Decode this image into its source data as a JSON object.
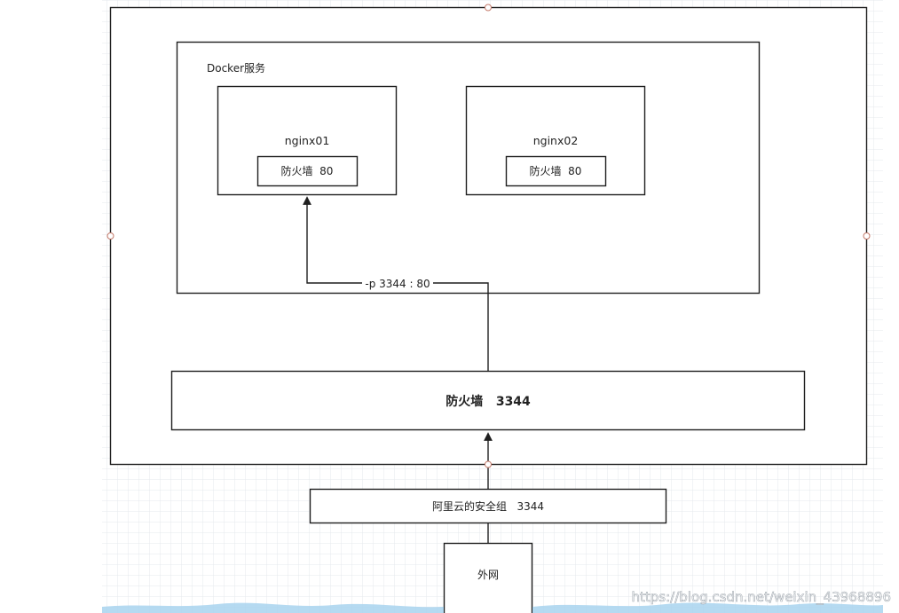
{
  "docker_service": {
    "label": "Docker服务"
  },
  "containers": [
    {
      "name": "nginx01",
      "firewall_label": "防火墙  80"
    },
    {
      "name": "nginx02",
      "firewall_label": "防火墙  80"
    }
  ],
  "port_mapping": {
    "label": "-p 3344 : 80"
  },
  "host_firewall": {
    "label": "防火墙   3344"
  },
  "security_group": {
    "label": "阿里云的安全组   3344"
  },
  "internet": {
    "label": "外网"
  },
  "watermark": {
    "text": "https://blog.csdn.net/weixin_43968896"
  },
  "colors": {
    "line": "#1f1f1f",
    "grid": "#e3e6ea",
    "accent_wave": "#a8d4ef",
    "handle": "#c47a6a"
  }
}
